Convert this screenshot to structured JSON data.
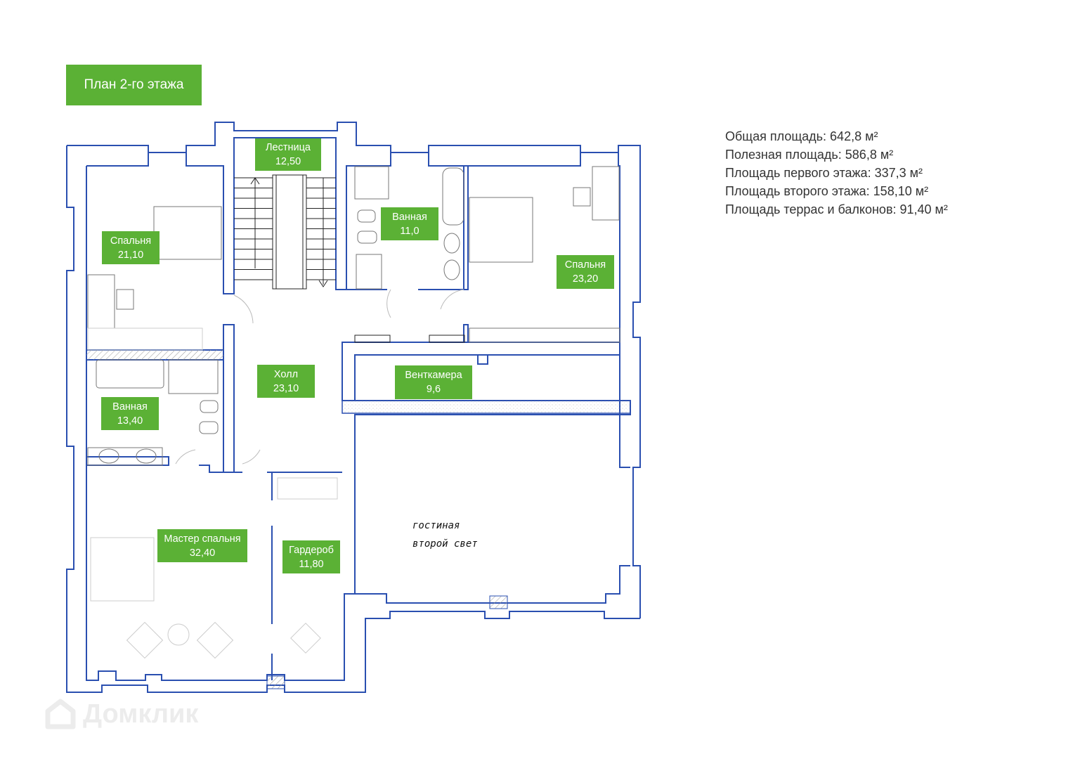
{
  "title": "План 2-го этажа",
  "stats": [
    "Общая площадь: 642,8 м²",
    "Полезная площадь: 586,8 м²",
    "Площадь первого этажа: 337,3 м²",
    "Площадь второго этажа: 158,10 м²",
    "Площадь террас и балконов: 91,40 м²"
  ],
  "rooms": {
    "stairs": {
      "name": "Лестница",
      "area": "12,50"
    },
    "bedroom1": {
      "name": "Спальня",
      "area": "21,10"
    },
    "bath1": {
      "name": "Ванная",
      "area": "11,0"
    },
    "bedroom2": {
      "name": "Спальня",
      "area": "23,20"
    },
    "hall": {
      "name": "Холл",
      "area": "23,10"
    },
    "vent": {
      "name": "Венткамера",
      "area": "9,6"
    },
    "bath2": {
      "name": "Ванная",
      "area": "13,40"
    },
    "master": {
      "name": "Мастер спальня",
      "area": "32,40"
    },
    "wardrobe": {
      "name": "Гардероб",
      "area": "11,80"
    }
  },
  "living": {
    "line1": "гостиная",
    "line2": "второй свет"
  },
  "watermark": "Домклик",
  "colors": {
    "accent": "#5bb135",
    "wall": "#2a4fb0"
  }
}
